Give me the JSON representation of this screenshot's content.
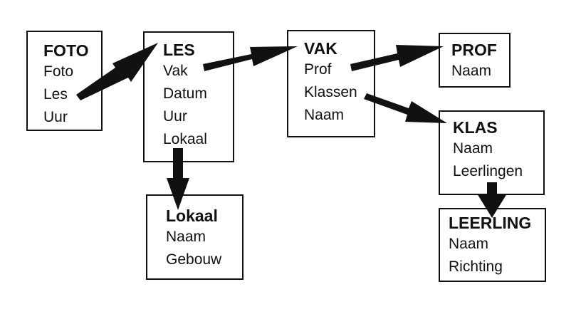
{
  "entities": {
    "foto": {
      "title": "FOTO",
      "fields": [
        "Foto",
        "Les",
        "Uur"
      ]
    },
    "les": {
      "title": "LES",
      "fields": [
        "Vak",
        "Datum",
        "Uur",
        "Lokaal"
      ]
    },
    "vak": {
      "title": "VAK",
      "fields": [
        "Prof",
        "Klassen",
        "Naam"
      ]
    },
    "prof": {
      "title": "PROF",
      "fields": [
        "Naam"
      ]
    },
    "klas": {
      "title": "KLAS",
      "fields": [
        "Naam",
        "Leerlingen"
      ]
    },
    "lokaal": {
      "title": "Lokaal",
      "fields": [
        "Naam",
        "Gebouw"
      ]
    },
    "leerling": {
      "title": "LEERLING",
      "fields": [
        "Naam",
        "Richting"
      ]
    }
  },
  "relations": [
    {
      "from": "FOTO.Les",
      "to": "LES"
    },
    {
      "from": "LES",
      "to": "VAK"
    },
    {
      "from": "VAK.Prof",
      "to": "PROF"
    },
    {
      "from": "VAK.Klassen",
      "to": "KLAS"
    },
    {
      "from": "LES.Lokaal",
      "to": "Lokaal"
    },
    {
      "from": "KLAS.Leerlingen",
      "to": "LEERLING"
    }
  ],
  "colors": {
    "line": "#111111",
    "background": "#ffffff"
  }
}
